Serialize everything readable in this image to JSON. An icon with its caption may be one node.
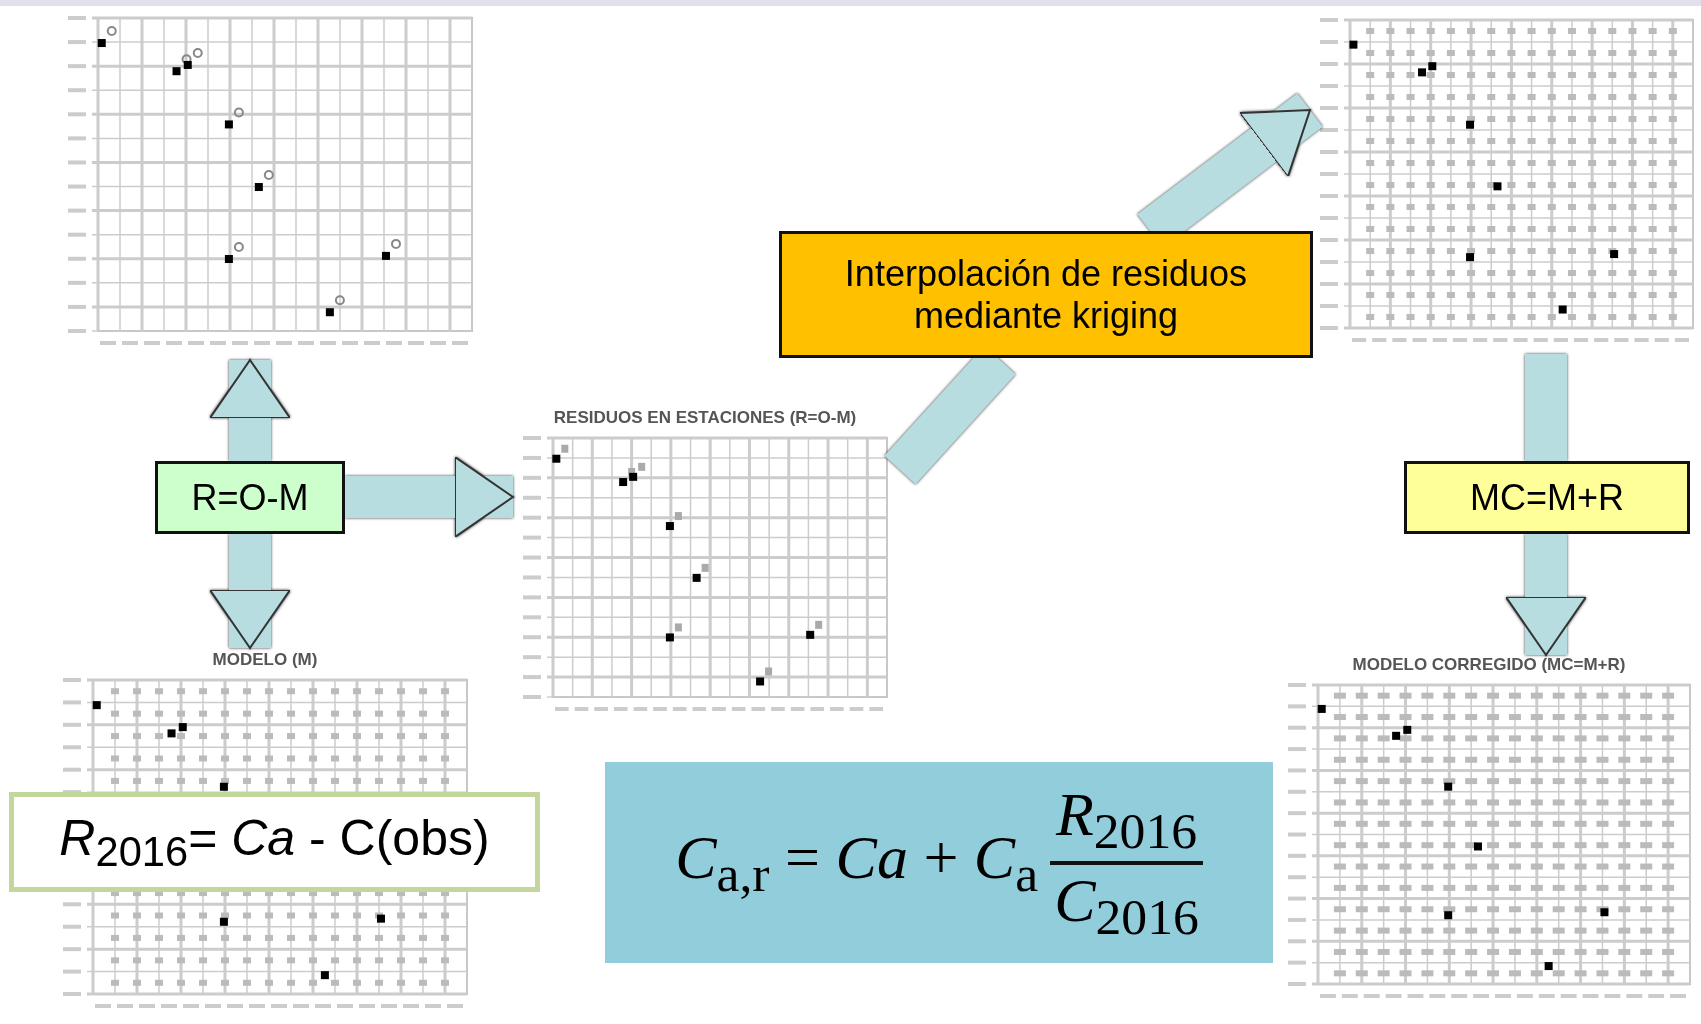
{
  "diagram": {
    "nodes": [
      {
        "text": [],
        "shape": "picture"
      },
      {
        "text": [
          "RESIDUOS EN ESTACIONES (R=O-M)"
        ]
      },
      {
        "text": [],
        "shape": "picture"
      },
      {
        "text": [
          "MODELO (M)"
        ]
      },
      {
        "text": [
          "MODELO CORREGIDO (MC=M+R)"
        ]
      },
      {
        "text": [
          "R=O-M"
        ]
      },
      {
        "text": [
          "Interpolación de residuos mediante kriging"
        ]
      },
      {
        "text": [
          "MC=M+R"
        ]
      },
      {
        "text": [
          "*R*$_{2016}$= *Ca* - C(obs)"
        ]
      },
      {
        "text": [
          "*C*$_{a,r}$ = *Ca* + *C*$_{a}$",
          "*R*$_{2016}$",
          "*C*$_{2016}$"
        ]
      }
    ],
    "edges": [
      {
        "from": 5,
        "to": 0,
        "arrow": "to"
      },
      {
        "from": 5,
        "to": 3,
        "arrow": "to"
      },
      {
        "from": 5,
        "to": 1,
        "arrow": "to"
      },
      {
        "from": 1,
        "to": 6,
        "arrow": "none"
      },
      {
        "from": 6,
        "to": 2,
        "arrow": "to"
      },
      {
        "from": 2,
        "to": 7,
        "arrow": "none"
      },
      {
        "from": 7,
        "to": 4,
        "arrow": "to"
      }
    ]
  }
}
